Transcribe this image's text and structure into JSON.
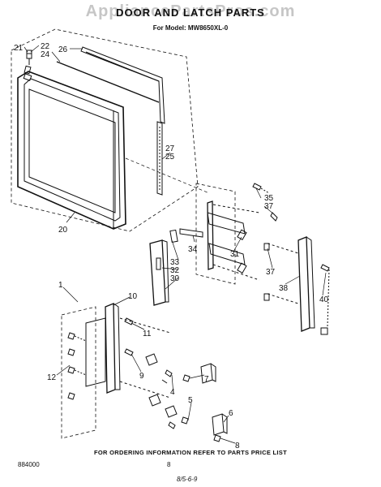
{
  "watermark": "AppliancePartsPros.com",
  "title": "DOOR AND LATCH PARTS",
  "subtitle": "For Model: MW8650XL-0",
  "footer_note": "FOR ORDERING INFORMATION REFER TO PARTS PRICE LIST",
  "catalog_code": "884000",
  "page_number": "8",
  "handwritten_note": "8/5-6-9",
  "callouts": [
    "21",
    "22",
    "24",
    "26",
    "27",
    "25",
    "20",
    "35",
    "37",
    "34",
    "31",
    "33",
    "32",
    "30",
    "37",
    "38",
    "40",
    "1",
    "10",
    "11",
    "9",
    "12",
    "7",
    "4",
    "5",
    "6",
    "8"
  ]
}
